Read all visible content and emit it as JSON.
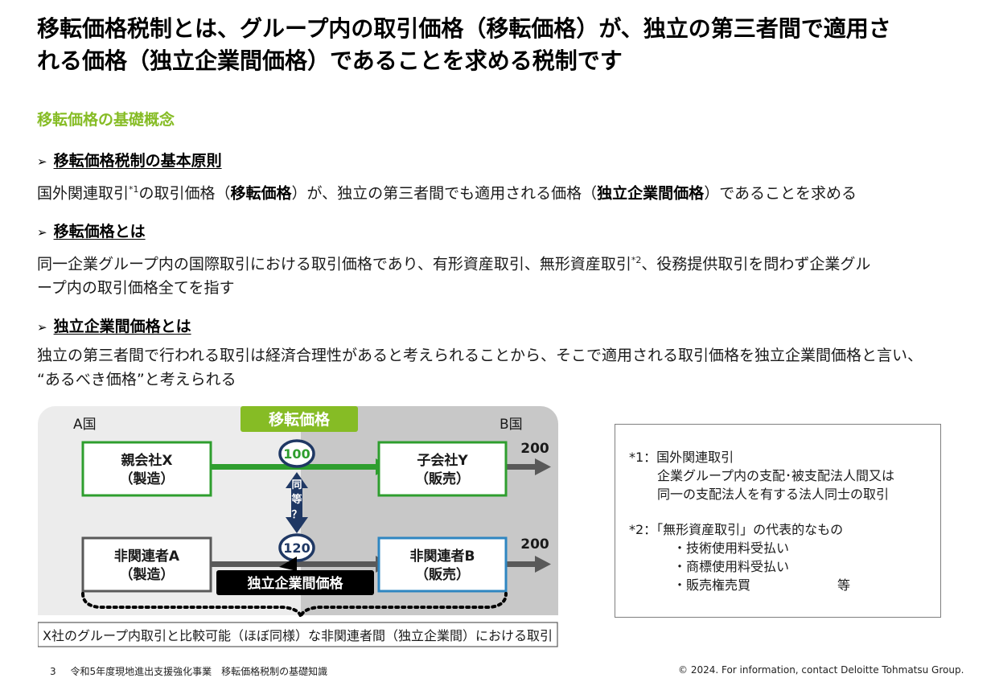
{
  "title_line1": "移転価格税制とは、グループ内の取引価格（移転価格）が、独立の第三者間で適用さ",
  "title_line2": "れる価格（独立企業間価格）であることを求める税制です",
  "section_title": "移転価格の基礎概念",
  "bullet_glyph": "➢",
  "sections": [
    {
      "heading": "移転価格税制の基本原則",
      "p1": "国外関連取引",
      "sup1": "*1",
      "p2": "の取引価格（",
      "b1": "移転価格",
      "p3": "）が、独立の第三者間でも適用される価格（",
      "b2": "独立企業間価格",
      "p4": "）であることを求める"
    },
    {
      "heading": "移転価格とは",
      "p1": "同一企業グループ内の国際取引における取引価格であり、有形資産取引、無形資産取引",
      "sup1": "*2",
      "p2": "、役務提供取引を問わず企業グル",
      "line2": "ープ内の取引価格全てを指す"
    },
    {
      "heading": "独立企業間価格とは",
      "line1": "独立の第三者間で行われる取引は経済合理性があると考えられることから、そこで適用される取引価格を独立企業間価格と言い、",
      "line2": "“あるべき価格”と考えられる"
    }
  ],
  "diagram": {
    "country_a": "A国",
    "country_b": "B国",
    "transfer_price_label": "移転価格",
    "arm_length_label": "独立企業間価格",
    "parent": {
      "line1": "親会社X",
      "line2": "（製造）"
    },
    "subsidiary": {
      "line1": "子会社Y",
      "line2": "（販売）"
    },
    "unrelated_a": {
      "line1": "非関連者A",
      "line2": "（製造）"
    },
    "unrelated_b": {
      "line1": "非関連者B",
      "line2": "（販売）"
    },
    "price_group": "100",
    "price_arm": "120",
    "sale_top": "200",
    "sale_bottom": "200",
    "equal_chars": [
      "同",
      "等",
      "？"
    ],
    "caption": "X社のグループ内取引と比較可能（ほぼ同様）な非関連者間（独立企業間）における取引"
  },
  "notes": {
    "n1_title": "*1：国外関連取引",
    "n1_line1": "企業グループ内の支配･被支配法人間又は",
    "n1_line2": "同一の支配法人を有する法人同士の取引",
    "n2_title": "*2：「無形資産取引」の代表的なもの",
    "n2_items": [
      "・技術使用料受払い",
      "・商標使用料受払い",
      "・販売権売買"
    ],
    "n2_suffix": "等"
  },
  "footer": {
    "page": "3",
    "program": "令和5年度現地進出支援強化事業　移転価格税制の基礎知識",
    "copyright": "© 2024. For information, contact Deloitte Tohmatsu Group."
  },
  "colors": {
    "accent_green": "#86bc25",
    "arrow_green": "#2e9e2e",
    "navy": "#1f3864",
    "blue_border": "#2e86c1",
    "gray_panel": "#c8c8c8",
    "light_panel": "#ececec"
  }
}
